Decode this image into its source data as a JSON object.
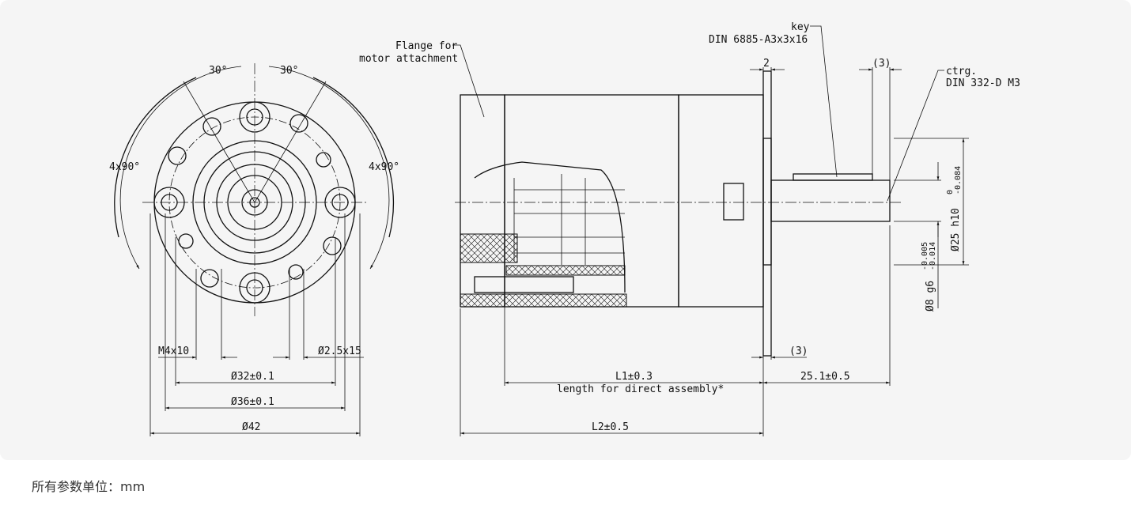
{
  "front_view": {
    "angle_left": "30°",
    "angle_right": "30°",
    "left_pattern": "4x90°",
    "right_pattern": "4x90°",
    "thread": "M4x10",
    "hole": "Ø2.5x15",
    "pcd_small": "Ø32±0.1",
    "pcd_large": "Ø36±0.1",
    "outer_diameter": "Ø42"
  },
  "side_view": {
    "flange_note_1": "Flange for",
    "flange_note_2": "motor attachment",
    "key_1": "key",
    "key_2": "DIN 6885-A3x3x16",
    "ctrg_1": "ctrg.",
    "ctrg_2": "DIN 332-D M3",
    "dim_2": "2",
    "dim_3_top": "(3)",
    "dim_3_bottom": "(3)",
    "shaft_dia": "Ø8 g6",
    "shaft_tol_upper": "-0.005",
    "shaft_tol_lower": "-0.014",
    "pilot_dia": "Ø25 h10",
    "pilot_tol_upper": "0",
    "pilot_tol_lower": "-0.084",
    "l1": "L1±0.3",
    "l1_note": "length for direct assembly*",
    "shaft_len": "25.1±0.5",
    "l2": "L2±0.5"
  },
  "caption": "所有参数单位：mm"
}
